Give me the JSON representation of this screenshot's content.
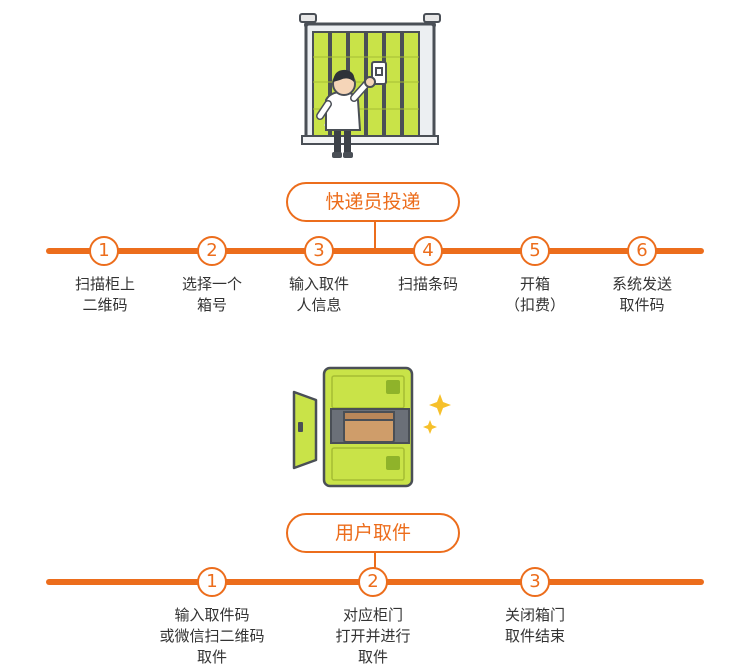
{
  "courier_section": {
    "title": "快递员投递",
    "steps": [
      {
        "number": "1",
        "line1": "扫描柜上",
        "line2": "二维码",
        "line3": ""
      },
      {
        "number": "2",
        "line1": "选择一个",
        "line2": "箱号",
        "line3": ""
      },
      {
        "number": "3",
        "line1": "输入取件",
        "line2": "人信息",
        "line3": ""
      },
      {
        "number": "4",
        "line1": "扫描条码",
        "line2": "",
        "line3": ""
      },
      {
        "number": "5",
        "line1": "开箱",
        "line2": "（扣费）",
        "line3": ""
      },
      {
        "number": "6",
        "line1": "系统发送",
        "line2": "取件码",
        "line3": ""
      }
    ]
  },
  "user_section": {
    "title": "用户取件",
    "steps": [
      {
        "number": "1",
        "line1": "输入取件码",
        "line2": "或微信扫二维码",
        "line3": "取件"
      },
      {
        "number": "2",
        "line1": "对应柜门",
        "line2": "打开并进行",
        "line3": "取件"
      },
      {
        "number": "3",
        "line1": "关闭箱门",
        "line2": "取件结束",
        "line3": ""
      }
    ]
  },
  "colors": {
    "accent": "#ec6d1c",
    "locker_green": "#c9e348",
    "outline": "#4a4f56",
    "parcel": "#cf9d6a",
    "sparkle": "#f6c02b"
  }
}
